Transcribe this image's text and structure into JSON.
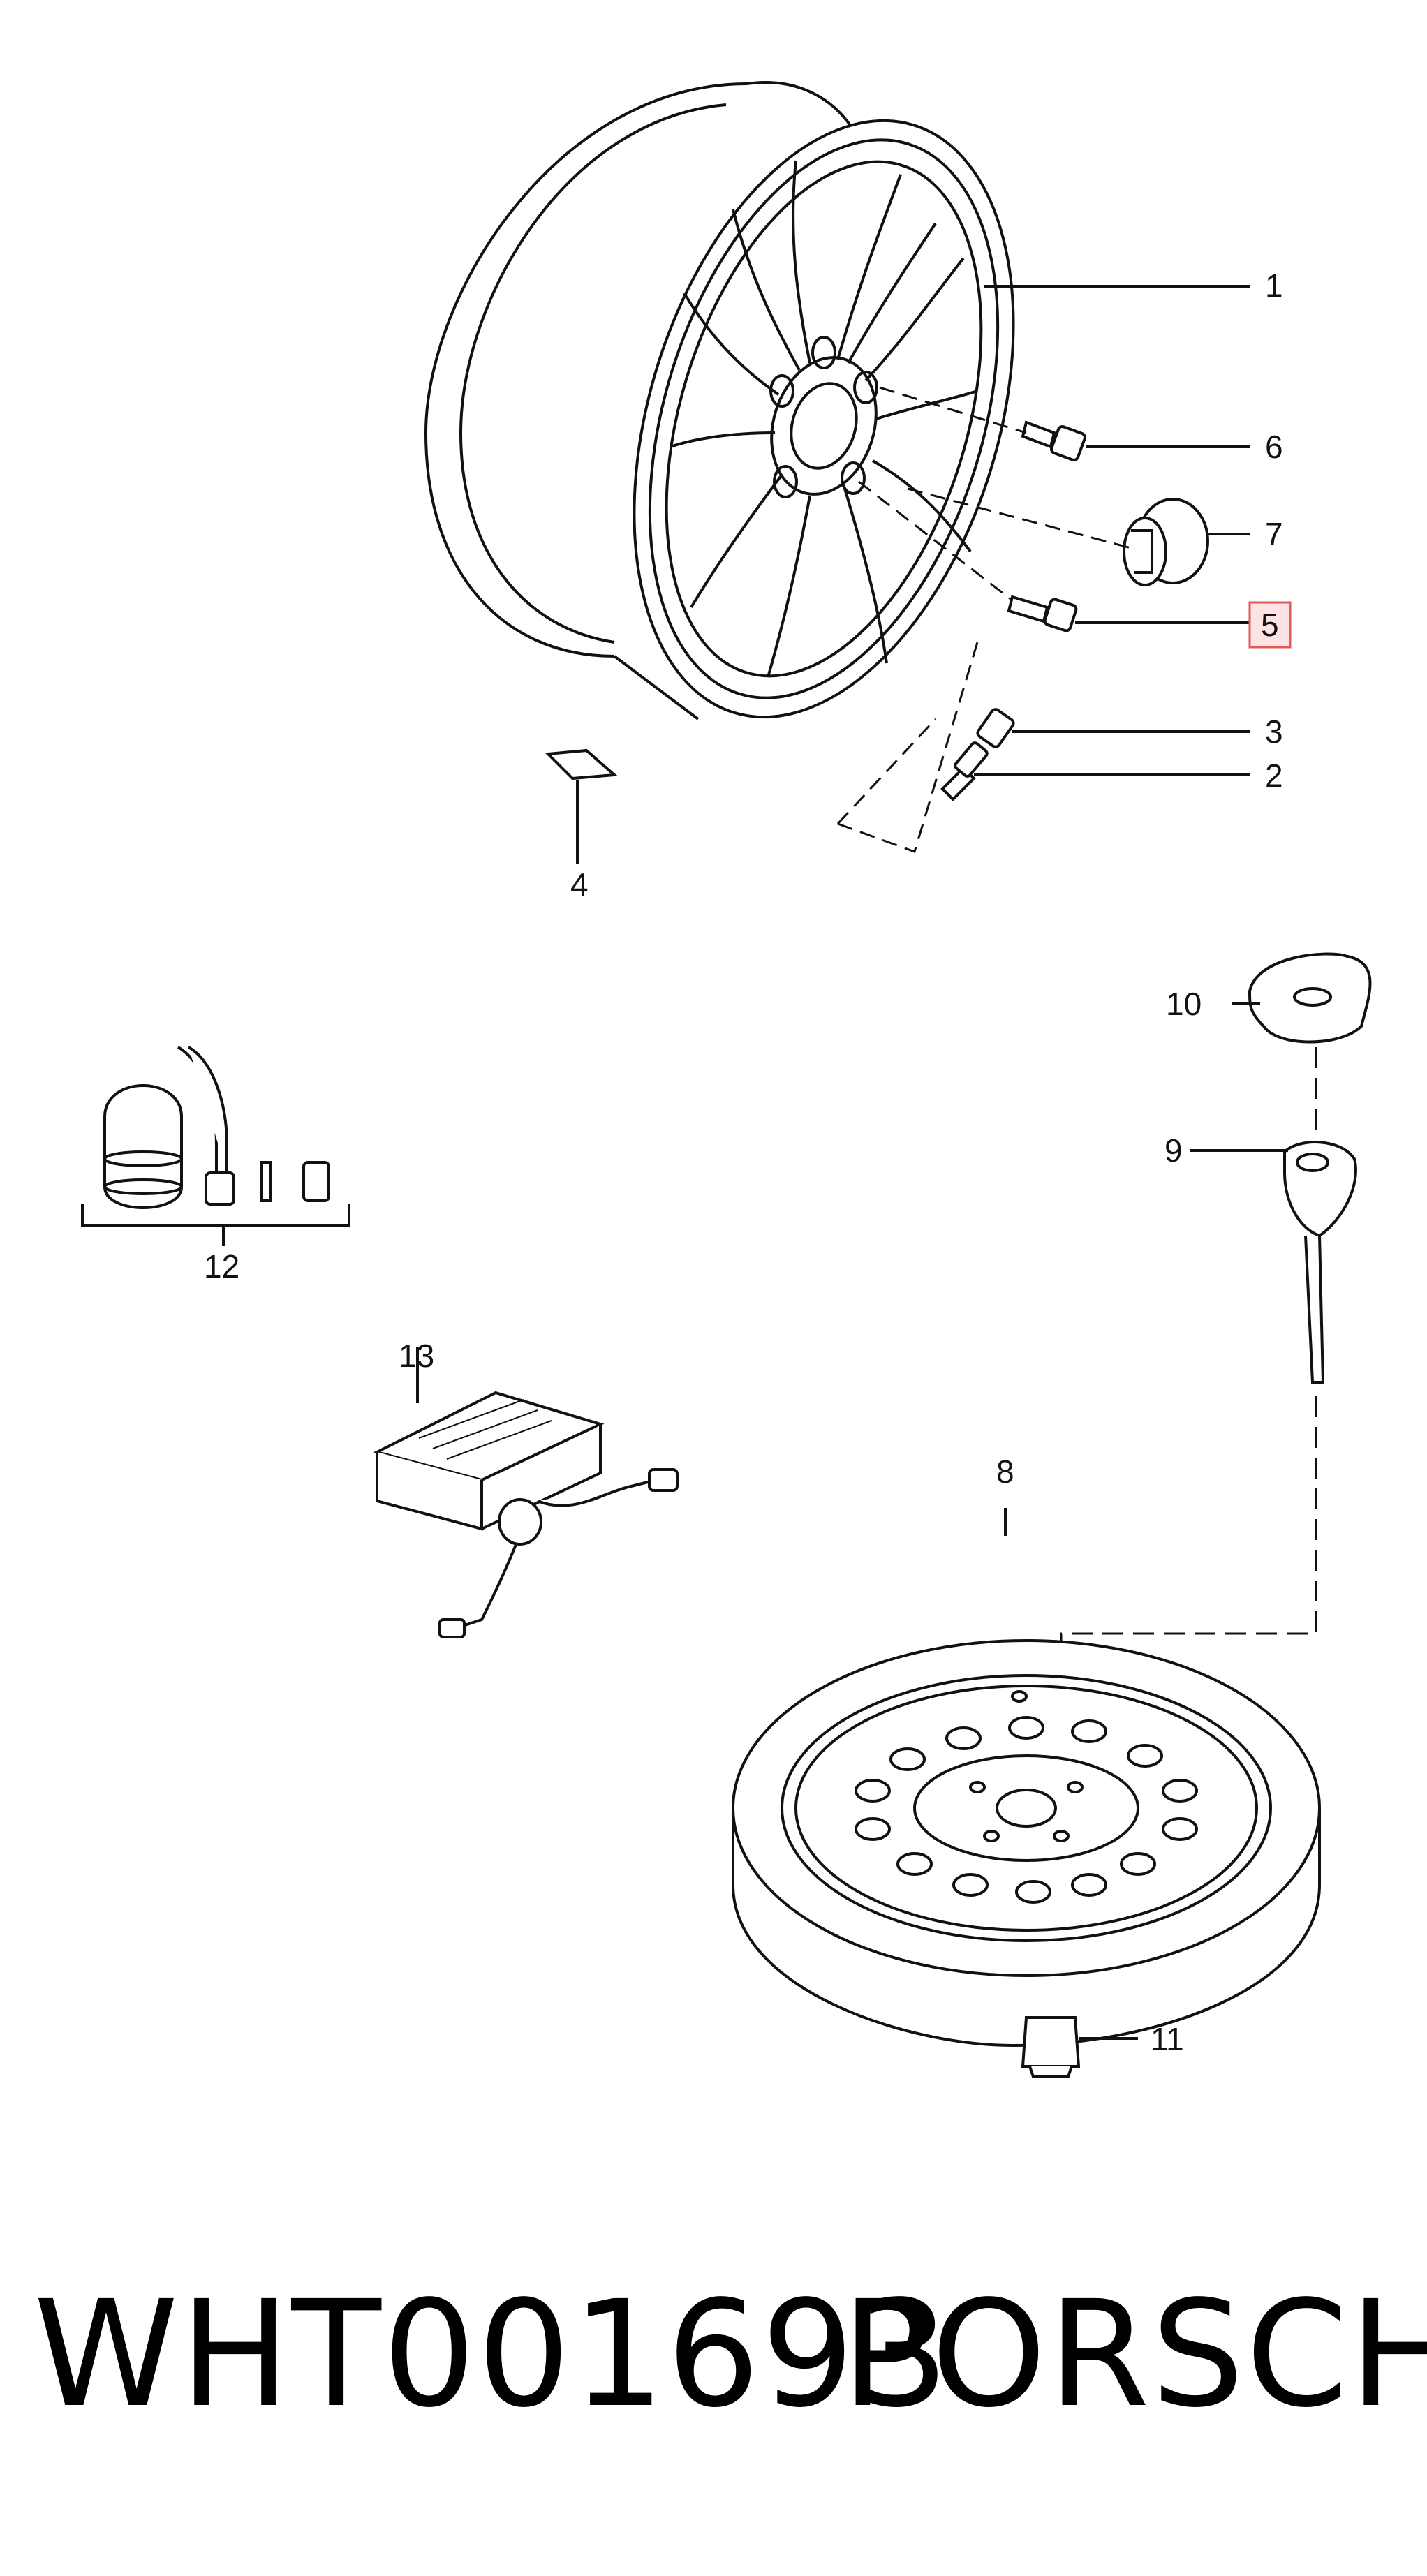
{
  "diagram": {
    "callouts": [
      {
        "id": "1",
        "label": "1",
        "highlighted": false
      },
      {
        "id": "2",
        "label": "2",
        "highlighted": false
      },
      {
        "id": "3",
        "label": "3",
        "highlighted": false
      },
      {
        "id": "4",
        "label": "4",
        "highlighted": false
      },
      {
        "id": "5",
        "label": "5",
        "highlighted": true
      },
      {
        "id": "6",
        "label": "6",
        "highlighted": false
      },
      {
        "id": "7",
        "label": "7",
        "highlighted": false
      },
      {
        "id": "8",
        "label": "8",
        "highlighted": false
      },
      {
        "id": "9",
        "label": "9",
        "highlighted": false
      },
      {
        "id": "10",
        "label": "10",
        "highlighted": false
      },
      {
        "id": "11",
        "label": "11",
        "highlighted": false
      },
      {
        "id": "12",
        "label": "12",
        "highlighted": false
      },
      {
        "id": "13",
        "label": "13",
        "highlighted": false
      }
    ],
    "highlight_color": "#e05a5a",
    "highlight_fill": "#fde3e3",
    "line_color": "#111111"
  },
  "footer": {
    "part_number": "WHT001693",
    "brand": "PORSCHE"
  }
}
